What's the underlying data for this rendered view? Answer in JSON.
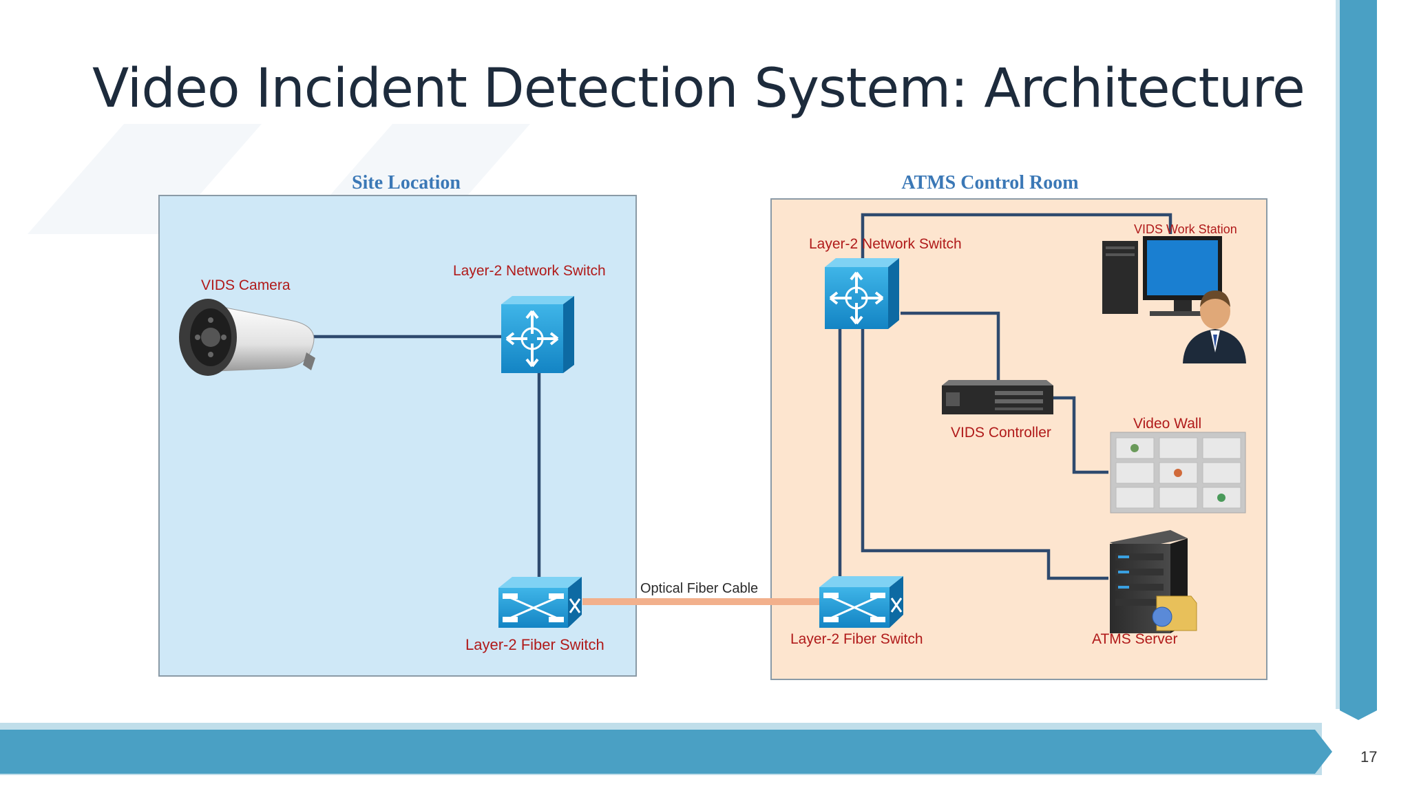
{
  "slide": {
    "title": "Video Incident Detection System: Architecture",
    "page_number": "17"
  },
  "colors": {
    "accent_bar": "#4aa0c4",
    "site_region_fill": "#cfe8f7",
    "control_region_fill": "#fde5cf",
    "link_line": "#2f4a6e",
    "fiber_cable": "#f2b08c",
    "label_red": "#b01a1a",
    "region_title_blue": "#3b78b6"
  },
  "diagram": {
    "site_location": {
      "title": "Site Location",
      "vids_camera": "VIDS Camera",
      "network_switch": "Layer-2 Network Switch",
      "fiber_switch": "Layer-2 Fiber Switch"
    },
    "control_room": {
      "title": "ATMS Control Room",
      "network_switch": "Layer-2 Network Switch",
      "workstation": "VIDS Work Station",
      "vids_controller": "VIDS Controller",
      "video_wall": "Video Wall",
      "fiber_switch": "Layer-2 Fiber Switch",
      "atms_server": "ATMS Server"
    },
    "fiber_cable": "Optical Fiber Cable"
  },
  "icons": [
    "camera-icon",
    "network-switch-icon",
    "fiber-switch-icon",
    "workstation-icon",
    "operator-icon",
    "controller-icon",
    "video-wall-icon",
    "server-icon"
  ]
}
